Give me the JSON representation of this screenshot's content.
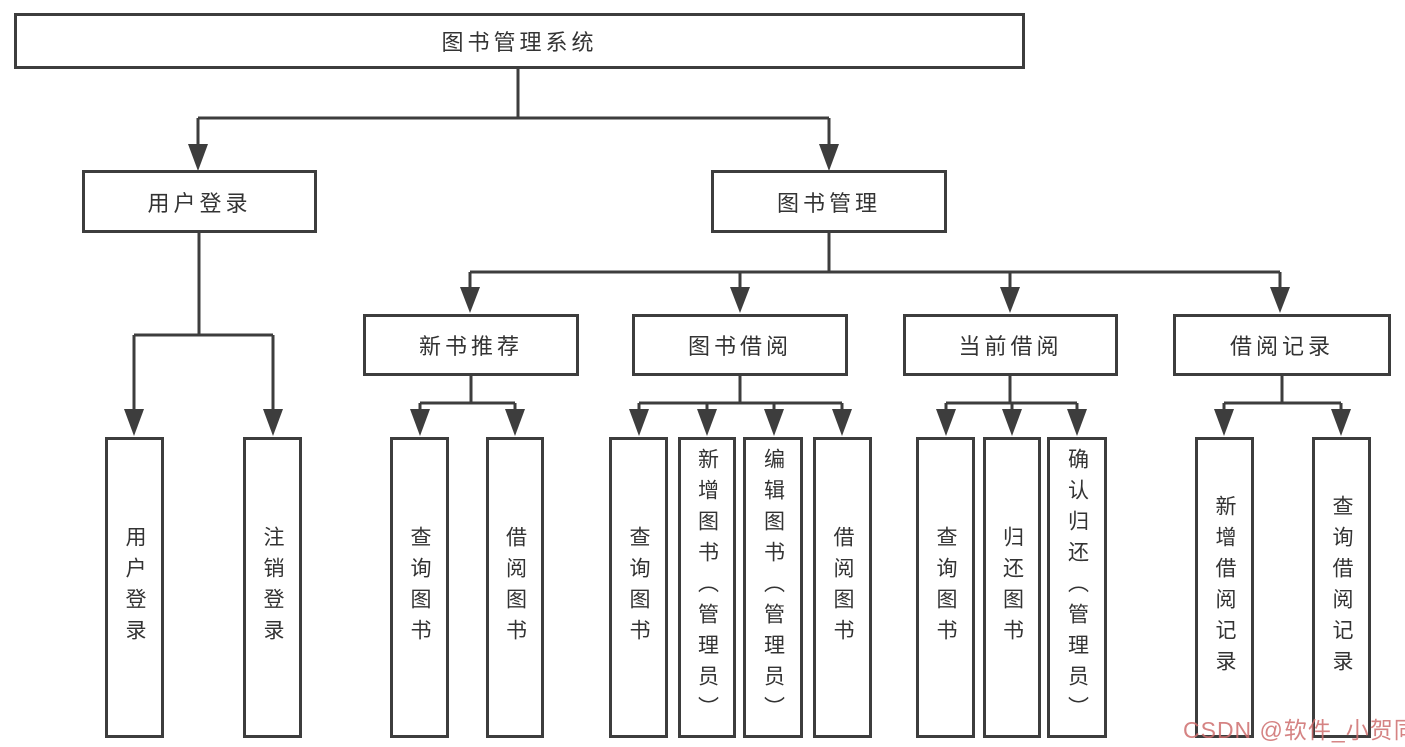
{
  "colors": {
    "background": "#ffffff",
    "line": "#3d3d3d",
    "box_border": "#3d3d3d",
    "box_background": "#ffffff",
    "text": "#333333",
    "watermark": "#ce6d6d"
  },
  "watermark": {
    "text": "CSDN @软件_小贺同学"
  },
  "tree": {
    "root": {
      "label": "图书管理系统"
    },
    "level1": [
      {
        "id": "user-login",
        "label": "用户登录"
      },
      {
        "id": "book-management",
        "label": "图书管理"
      }
    ],
    "level2": [
      {
        "id": "new-book-recommend",
        "parent": "book-management",
        "label": "新书推荐"
      },
      {
        "id": "book-borrowing",
        "parent": "book-management",
        "label": "图书借阅"
      },
      {
        "id": "current-borrowing",
        "parent": "book-management",
        "label": "当前借阅"
      },
      {
        "id": "borrowing-records",
        "parent": "book-management",
        "label": "借阅记录"
      }
    ],
    "leaves": {
      "user_login": [
        {
          "label": "用户登录"
        },
        {
          "label": "注销登录"
        }
      ],
      "new_book_recommend": [
        {
          "label": "查询图书"
        },
        {
          "label": "借阅图书"
        }
      ],
      "book_borrowing": [
        {
          "label": "查询图书"
        },
        {
          "label": "新增图书（管理员）"
        },
        {
          "label": "编辑图书（管理员）"
        },
        {
          "label": "借阅图书"
        }
      ],
      "current_borrowing": [
        {
          "label": "查询图书"
        },
        {
          "label": "归还图书"
        },
        {
          "label": "确认归还（管理员）"
        }
      ],
      "borrowing_records": [
        {
          "label": "新增借阅记录"
        },
        {
          "label": "查询借阅记录"
        }
      ]
    }
  }
}
